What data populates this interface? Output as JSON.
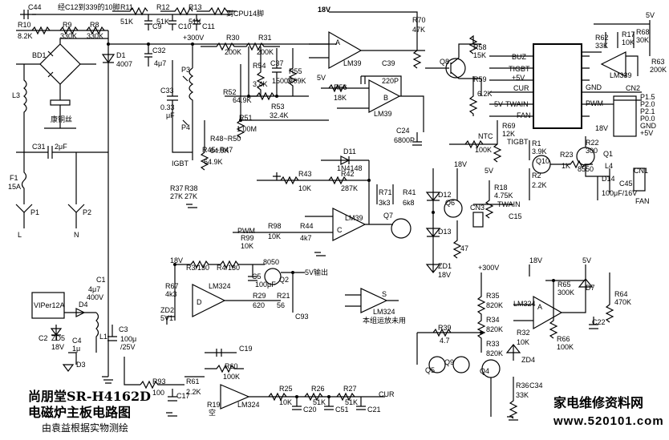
{
  "title": {
    "main": "尚朋堂SR-H4162D",
    "line2": "电磁炉主板电路图",
    "author": "由袁益根据实物测绘"
  },
  "watermark": {
    "name": "家电维修资料网",
    "url": "www.520101.com"
  },
  "labels": [
    {
      "id": "c44",
      "t": "C44"
    },
    {
      "id": "c12note",
      "t": "经C12到339的10脚"
    },
    {
      "id": "r11",
      "t": "R11"
    },
    {
      "id": "r11v",
      "t": "51K"
    },
    {
      "id": "r12",
      "t": "R12"
    },
    {
      "id": "r12v",
      "t": "51K"
    },
    {
      "id": "r13",
      "t": "R13"
    },
    {
      "id": "r13v",
      "t": "51K"
    },
    {
      "id": "cpu14",
      "t": "到CPU14脚"
    },
    {
      "id": "c9",
      "t": "C9"
    },
    {
      "id": "c10",
      "t": "C10"
    },
    {
      "id": "c11",
      "t": "C11"
    },
    {
      "id": "r10",
      "t": "R10"
    },
    {
      "id": "r10v",
      "t": "8.2K"
    },
    {
      "id": "r9",
      "t": "R9"
    },
    {
      "id": "r9v",
      "t": "330K"
    },
    {
      "id": "r8",
      "t": "R8"
    },
    {
      "id": "r8v",
      "t": "330K"
    },
    {
      "id": "bd1",
      "t": "BD1"
    },
    {
      "id": "d1",
      "t": "D1"
    },
    {
      "id": "d1v",
      "t": "4007"
    },
    {
      "id": "c32",
      "t": "C32"
    },
    {
      "id": "c32v",
      "t": "4μ7"
    },
    {
      "id": "p300",
      "t": "+300V"
    },
    {
      "id": "l3",
      "t": "L3"
    },
    {
      "id": "kangtong",
      "t": "康铜丝"
    },
    {
      "id": "c31",
      "t": "C31"
    },
    {
      "id": "c31v",
      "t": "2μF"
    },
    {
      "id": "f1",
      "t": "F1"
    },
    {
      "id": "f1v",
      "t": "15A"
    },
    {
      "id": "p1",
      "t": "P1"
    },
    {
      "id": "p2",
      "t": "P2"
    },
    {
      "id": "lL",
      "t": "L"
    },
    {
      "id": "lN",
      "t": "N"
    },
    {
      "id": "p3",
      "t": "P3"
    },
    {
      "id": "p4",
      "t": "P4"
    },
    {
      "id": "c33",
      "t": "C33"
    },
    {
      "id": "c33v",
      "t": "0.33"
    },
    {
      "id": "c33u",
      "t": "μF"
    },
    {
      "id": "r30",
      "t": "R30"
    },
    {
      "id": "r30v",
      "t": "200K"
    },
    {
      "id": "r31",
      "t": "R31"
    },
    {
      "id": "r31v",
      "t": "200K"
    },
    {
      "id": "r54",
      "t": "R54"
    },
    {
      "id": "r54v",
      "t": "3.4K"
    },
    {
      "id": "c37",
      "t": "C37"
    },
    {
      "id": "c37v",
      "t": "1500P"
    },
    {
      "id": "r55",
      "t": "R55"
    },
    {
      "id": "r55v",
      "t": "3.09K"
    },
    {
      "id": "r52",
      "t": "R52"
    },
    {
      "id": "r52v",
      "t": "64.9K"
    },
    {
      "id": "r53",
      "t": "R53"
    },
    {
      "id": "r53v",
      "t": "32.4K"
    },
    {
      "id": "r51",
      "t": "R51"
    },
    {
      "id": "r51v",
      "t": "1.00M"
    },
    {
      "id": "r4547",
      "t": "R45~R47"
    },
    {
      "id": "r4547v",
      "t": "64.9K"
    },
    {
      "id": "r4850",
      "t": "R48~R50"
    },
    {
      "id": "r4850v",
      "t": "64.9K"
    },
    {
      "id": "igbt",
      "t": "IGBT"
    },
    {
      "id": "r37",
      "t": "R37"
    },
    {
      "id": "r37v",
      "t": "27K"
    },
    {
      "id": "r38",
      "t": "R38"
    },
    {
      "id": "r38v",
      "t": "27K"
    },
    {
      "id": "v18a",
      "t": "18V"
    },
    {
      "id": "r70",
      "t": "R70"
    },
    {
      "id": "r70v",
      "t": "47K"
    },
    {
      "id": "lm39a",
      "t": "LM39"
    },
    {
      "id": "opA",
      "t": "A"
    },
    {
      "id": "q8",
      "t": "Q8"
    },
    {
      "id": "c39",
      "t": "C39"
    },
    {
      "id": "c39v",
      "t": "220P"
    },
    {
      "id": "v5a",
      "t": "5V"
    },
    {
      "id": "r56",
      "t": "R56"
    },
    {
      "id": "r56v",
      "t": "18K"
    },
    {
      "id": "opB",
      "t": "B"
    },
    {
      "id": "lm39b",
      "t": "LM39"
    },
    {
      "id": "c24",
      "t": "C24"
    },
    {
      "id": "c24v",
      "t": "6800P"
    },
    {
      "id": "r58",
      "t": "R58"
    },
    {
      "id": "r58v",
      "t": "15K"
    },
    {
      "id": "r59",
      "t": "R59"
    },
    {
      "id": "r59v",
      "t": "6.2K"
    },
    {
      "id": "buz",
      "t": "BUZ"
    },
    {
      "id": "tigbt",
      "t": "TIGBT"
    },
    {
      "id": "p5v",
      "t": "+5V"
    },
    {
      "id": "cur",
      "t": "CUR"
    },
    {
      "id": "twain",
      "t": "TWAIN"
    },
    {
      "id": "fan",
      "t": "FAN"
    },
    {
      "id": "gnd",
      "t": "GND"
    },
    {
      "id": "pwm",
      "t": "PWM"
    },
    {
      "id": "r62",
      "t": "R62"
    },
    {
      "id": "r62v",
      "t": "33K"
    },
    {
      "id": "r17",
      "t": "R17"
    },
    {
      "id": "r17v",
      "t": "10K"
    },
    {
      "id": "r68",
      "t": "R68"
    },
    {
      "id": "r68v",
      "t": "30K"
    },
    {
      "id": "v5b",
      "t": "5V"
    },
    {
      "id": "r63",
      "t": "R63"
    },
    {
      "id": "r63v",
      "t": "200K"
    },
    {
      "id": "lm339",
      "t": "LM339"
    },
    {
      "id": "cn2",
      "t": "CN2"
    },
    {
      "id": "p15",
      "t": "P1.5"
    },
    {
      "id": "p20",
      "t": "P2.0"
    },
    {
      "id": "p21",
      "t": "P2.1"
    },
    {
      "id": "p00",
      "t": "P0.0"
    },
    {
      "id": "cn2gnd",
      "t": "GND"
    },
    {
      "id": "cn2p5",
      "t": "+5V"
    },
    {
      "id": "v5c",
      "t": "5V"
    },
    {
      "id": "r69",
      "t": "R69"
    },
    {
      "id": "r69v",
      "t": "12K"
    },
    {
      "id": "ntc",
      "t": "NTC"
    },
    {
      "id": "ntcv",
      "t": "100K"
    },
    {
      "id": "tigbt2",
      "t": "TIGBT"
    },
    {
      "id": "r1",
      "t": "R1"
    },
    {
      "id": "r1v",
      "t": "3.9K"
    },
    {
      "id": "v18b",
      "t": "18V"
    },
    {
      "id": "r22",
      "t": "R22"
    },
    {
      "id": "r22v",
      "t": "300"
    },
    {
      "id": "q1",
      "t": "Q1"
    },
    {
      "id": "q10",
      "t": "Q10"
    },
    {
      "id": "r23",
      "t": "R23"
    },
    {
      "id": "r23v",
      "t": "1K"
    },
    {
      "id": "q1v",
      "t": "8550"
    },
    {
      "id": "l4",
      "t": "L4"
    },
    {
      "id": "d14",
      "t": "D14"
    },
    {
      "id": "r2",
      "t": "R2"
    },
    {
      "id": "r2v",
      "t": "2.2K"
    },
    {
      "id": "c45",
      "t": "C45"
    },
    {
      "id": "c45v",
      "t": "100μF/16V"
    },
    {
      "id": "cn1",
      "t": "CN1"
    },
    {
      "id": "fanl",
      "t": "FAN"
    },
    {
      "id": "d11",
      "t": "D11"
    },
    {
      "id": "d11v",
      "t": "1N4148"
    },
    {
      "id": "r43",
      "t": "R43"
    },
    {
      "id": "r43v",
      "t": "10K"
    },
    {
      "id": "r42",
      "t": "R42"
    },
    {
      "id": "r42v",
      "t": "287K"
    },
    {
      "id": "v18c",
      "t": "18V"
    },
    {
      "id": "r71",
      "t": "R71"
    },
    {
      "id": "r71v",
      "t": "3k3"
    },
    {
      "id": "r41",
      "t": "R41"
    },
    {
      "id": "r41v",
      "t": "6k8"
    },
    {
      "id": "d12",
      "t": "D12"
    },
    {
      "id": "q6",
      "t": "Q6"
    },
    {
      "id": "v5d",
      "t": "5V"
    },
    {
      "id": "r18",
      "t": "R18"
    },
    {
      "id": "r18v",
      "t": "4.75K"
    },
    {
      "id": "twain2",
      "t": "TWAIN"
    },
    {
      "id": "cn3",
      "t": "CN3"
    },
    {
      "id": "c15",
      "t": "C15"
    },
    {
      "id": "lm39c",
      "t": "LM39"
    },
    {
      "id": "opC",
      "t": "C"
    },
    {
      "id": "q7",
      "t": "Q7"
    },
    {
      "id": "d13",
      "t": "D13"
    },
    {
      "id": "pwm2",
      "t": "PWM"
    },
    {
      "id": "r98",
      "t": "R98"
    },
    {
      "id": "r98v",
      "t": "10K"
    },
    {
      "id": "r44",
      "t": "R44"
    },
    {
      "id": "r44v",
      "t": "4k7"
    },
    {
      "id": "r99",
      "t": "R99"
    },
    {
      "id": "r99v",
      "t": "10K"
    },
    {
      "id": "n47",
      "t": "47"
    },
    {
      "id": "zd1",
      "t": "ZD1"
    },
    {
      "id": "zd1v",
      "t": "18V"
    },
    {
      "id": "v18d",
      "t": "18V"
    },
    {
      "id": "r3",
      "t": "R3/130"
    },
    {
      "id": "r4",
      "t": "R4/130"
    },
    {
      "id": "q8050",
      "t": "8050"
    },
    {
      "id": "c5",
      "t": "C5"
    },
    {
      "id": "c5v",
      "t": "100μF"
    },
    {
      "id": "q2",
      "t": "Q2"
    },
    {
      "id": "v5out",
      "t": "5V输出"
    },
    {
      "id": "r67",
      "t": "R67"
    },
    {
      "id": "r67v",
      "t": "4k3"
    },
    {
      "id": "lm324a",
      "t": "LM324"
    },
    {
      "id": "opD",
      "t": "D"
    },
    {
      "id": "r29",
      "t": "R29"
    },
    {
      "id": "r29v",
      "t": "620"
    },
    {
      "id": "r21",
      "t": "R21"
    },
    {
      "id": "r21v",
      "t": "56"
    },
    {
      "id": "zd2",
      "t": "ZD2"
    },
    {
      "id": "zd2v",
      "t": "5V1"
    },
    {
      "id": "c93",
      "t": "C93"
    },
    {
      "id": "viper",
      "t": "VIPer12A"
    },
    {
      "id": "d4",
      "t": "D4"
    },
    {
      "id": "c2",
      "t": "C2"
    },
    {
      "id": "zd5",
      "t": "ZD5"
    },
    {
      "id": "zd5v",
      "t": "18V"
    },
    {
      "id": "c4",
      "t": "C4"
    },
    {
      "id": "c4v",
      "t": "1μ"
    },
    {
      "id": "l1",
      "t": "L1"
    },
    {
      "id": "d3",
      "t": "D3"
    },
    {
      "id": "c1",
      "t": "C1"
    },
    {
      "id": "c1v",
      "t": "4μ7"
    },
    {
      "id": "c1v2",
      "t": "400V"
    },
    {
      "id": "c3",
      "t": "C3"
    },
    {
      "id": "c3v",
      "t": "100μ"
    },
    {
      "id": "c3v2",
      "t": "/25V"
    },
    {
      "id": "opS",
      "t": "S"
    },
    {
      "id": "lm324s",
      "t": "LM324"
    },
    {
      "id": "unused",
      "t": "本组运放未用"
    },
    {
      "id": "r35",
      "t": "R35"
    },
    {
      "id": "r35v",
      "t": "820K"
    },
    {
      "id": "r34",
      "t": "R34"
    },
    {
      "id": "r34v",
      "t": "820K"
    },
    {
      "id": "r33",
      "t": "R33"
    },
    {
      "id": "r33v",
      "t": "820K"
    },
    {
      "id": "p300b",
      "t": "+300V"
    },
    {
      "id": "r39",
      "t": "R39"
    },
    {
      "id": "r39v",
      "t": "4.7"
    },
    {
      "id": "q9",
      "t": "Q9"
    },
    {
      "id": "q5",
      "t": "Q5"
    },
    {
      "id": "q4",
      "t": "Q4"
    },
    {
      "id": "r36",
      "t": "R36"
    },
    {
      "id": "r36v",
      "t": "33K"
    },
    {
      "id": "c34",
      "t": "C34"
    },
    {
      "id": "v18e",
      "t": "18V"
    },
    {
      "id": "lm324b",
      "t": "LM324"
    },
    {
      "id": "opA2",
      "t": "A"
    },
    {
      "id": "r32",
      "t": "R32"
    },
    {
      "id": "r32v",
      "t": "10K"
    },
    {
      "id": "zd4",
      "t": "ZD4"
    },
    {
      "id": "r65",
      "t": "R65"
    },
    {
      "id": "r65v",
      "t": "300K"
    },
    {
      "id": "r66",
      "t": "R66"
    },
    {
      "id": "r66v",
      "t": "100K"
    },
    {
      "id": "v5e",
      "t": "5V"
    },
    {
      "id": "d7",
      "t": "D7"
    },
    {
      "id": "r64",
      "t": "R64"
    },
    {
      "id": "r64v",
      "t": "470K"
    },
    {
      "id": "c22",
      "t": "C22"
    },
    {
      "id": "c19",
      "t": "C19"
    },
    {
      "id": "r60",
      "t": "R60"
    },
    {
      "id": "r60v",
      "t": "100K"
    },
    {
      "id": "r93",
      "t": "R93"
    },
    {
      "id": "r93v",
      "t": "100"
    },
    {
      "id": "r61",
      "t": "R61"
    },
    {
      "id": "r61v",
      "t": "2.2K"
    },
    {
      "id": "c17",
      "t": "C17"
    },
    {
      "id": "r19",
      "t": "R19"
    },
    {
      "id": "r19v",
      "t": "空"
    },
    {
      "id": "lm324c",
      "t": "LM324"
    },
    {
      "id": "r25",
      "t": "R25"
    },
    {
      "id": "r25v",
      "t": "10K"
    },
    {
      "id": "r26",
      "t": "R26"
    },
    {
      "id": "r26v",
      "t": "51K"
    },
    {
      "id": "r27",
      "t": "R27"
    },
    {
      "id": "r27v",
      "t": "51K"
    },
    {
      "id": "cur2",
      "t": "CUR"
    },
    {
      "id": "c20",
      "t": "C20"
    },
    {
      "id": "c51",
      "t": "C51"
    },
    {
      "id": "c21",
      "t": "C21"
    }
  ]
}
